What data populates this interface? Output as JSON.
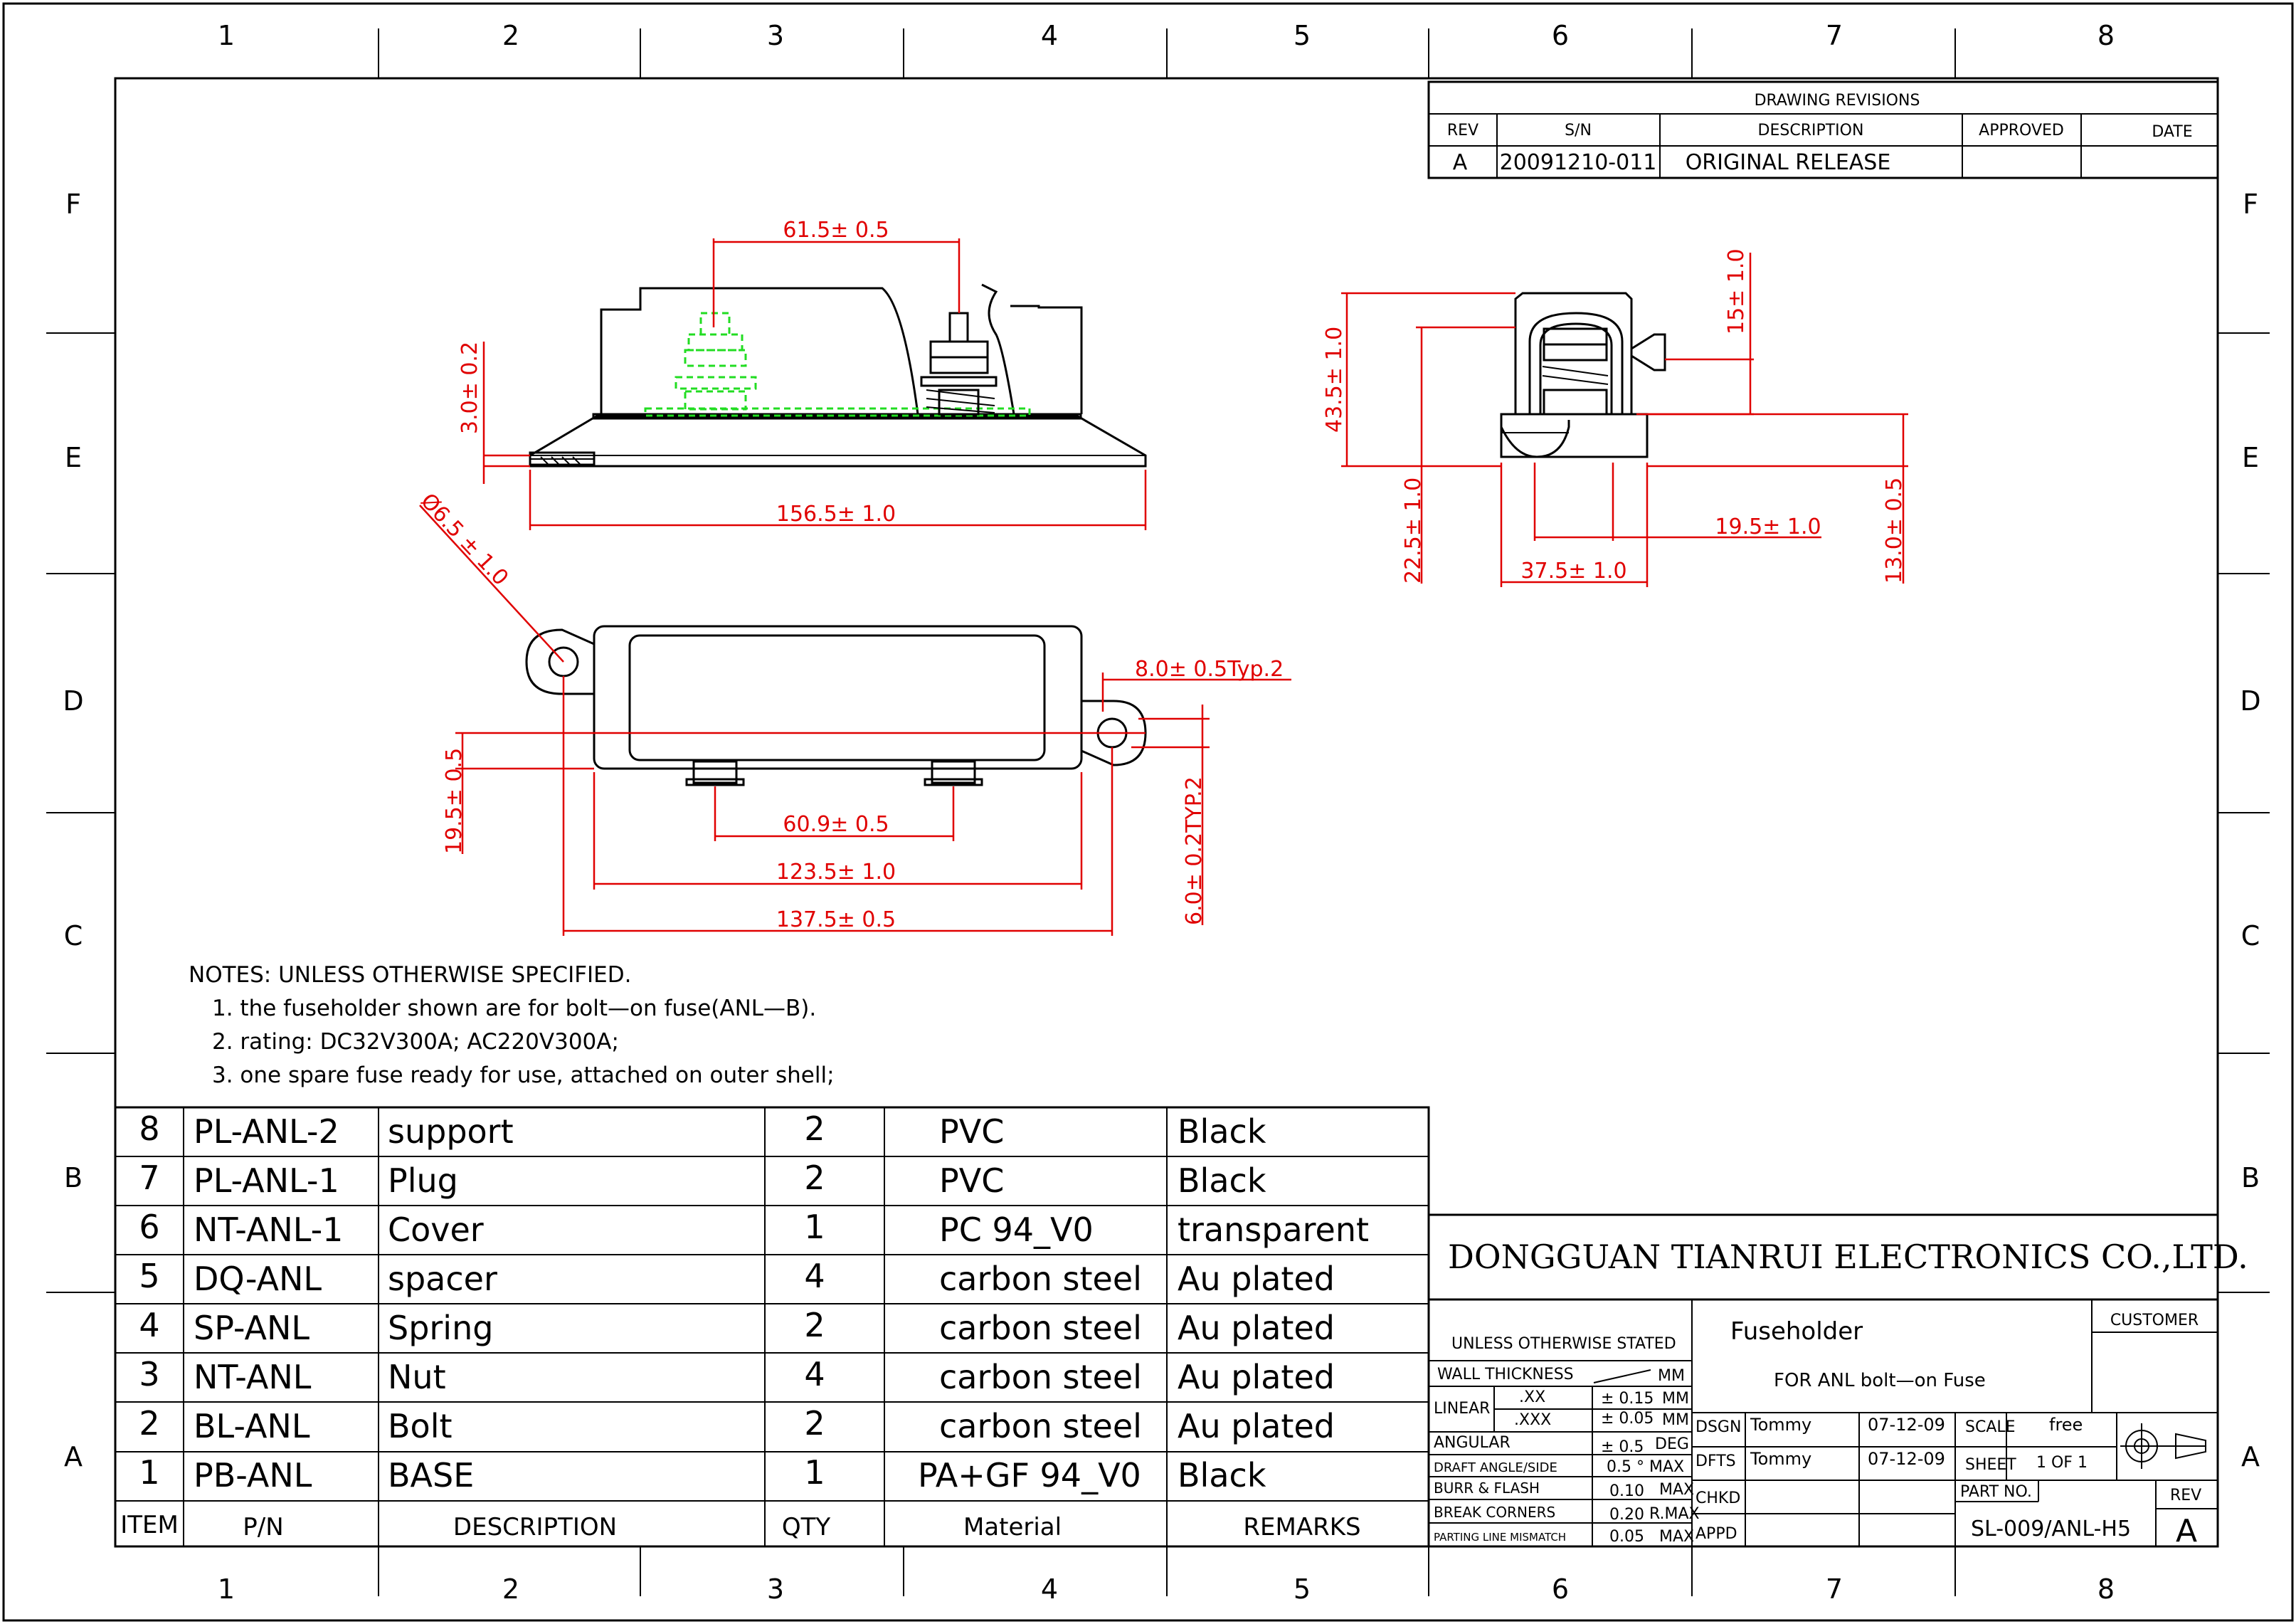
{
  "zones": {
    "cols": [
      "1",
      "2",
      "3",
      "4",
      "5",
      "6",
      "7",
      "8"
    ],
    "rows": [
      "F",
      "E",
      "D",
      "C",
      "B",
      "A"
    ]
  },
  "revisions": {
    "title": "DRAWING REVISIONS",
    "headers": [
      "REV",
      "S/N",
      "DESCRIPTION",
      "APPROVED",
      "DATE"
    ],
    "rows": [
      [
        "A",
        "20091210-011",
        "ORIGINAL RELEASE",
        "",
        ""
      ]
    ]
  },
  "dimensions": {
    "side_top_width": "61.5± 0.5",
    "side_base_height": "3.0± 0.2",
    "side_overall_length": "156.5± 1.0",
    "end_overall_height": "43.5± 1.0",
    "end_bolt_offset": "15± 1.0",
    "end_mid_height": "22.5± 1.0",
    "end_width": "37.5± 1.0",
    "end_bolt_spacing": "19.5± 1.0",
    "end_base_height": "13.0± 0.5",
    "plan_hole_dia": "Ø6.5 ± 1.0",
    "plan_ear_width": "8.0± 0.5Typ.2",
    "plan_width": "19.5± 0.5",
    "plan_bolt_spacing": "60.9± 0.5",
    "plan_body_length": "123.5± 1.0",
    "plan_hole_spacing": "137.5± 0.5",
    "plan_ear_thickness": "6.0± 0.2TYP.2"
  },
  "notes": [
    "NOTES: UNLESS OTHERWISE SPECIFIED.",
    "1. the fuseholder shown are for bolt—on fuse(ANL—B).",
    "2. rating: DC32V300A; AC220V300A;",
    "3. one spare fuse ready for use, attached on outer shell;"
  ],
  "bom": {
    "headers": [
      "ITEM",
      "P/N",
      "DESCRIPTION",
      "QTY",
      "Material",
      "REMARKS"
    ],
    "rows": [
      [
        "8",
        "PL-ANL-2",
        "support",
        "2",
        "PVC",
        "Black"
      ],
      [
        "7",
        "PL-ANL-1",
        "Plug",
        "2",
        "PVC",
        "Black"
      ],
      [
        "6",
        "NT-ANL-1",
        "Cover",
        "1",
        "PC 94_V0",
        "transparent"
      ],
      [
        "5",
        "DQ-ANL",
        "spacer",
        "4",
        "carbon steel",
        "Au plated"
      ],
      [
        "4",
        "SP-ANL",
        "Spring",
        "2",
        "carbon steel",
        "Au plated"
      ],
      [
        "3",
        "NT-ANL",
        "Nut",
        "4",
        "carbon steel",
        "Au plated"
      ],
      [
        "2",
        "BL-ANL",
        "Bolt",
        "2",
        "carbon steel",
        "Au plated"
      ],
      [
        "1",
        "PB-ANL",
        "BASE",
        "1",
        "PA+GF 94_V0",
        "Black"
      ]
    ]
  },
  "title_block": {
    "company": "DONGGUAN TIANRUI ELECTRONICS CO.,LTD.",
    "title": "Fuseholder",
    "subtitle": "FOR ANL bolt—on Fuse",
    "customer_label": "CUSTOMER",
    "unless_stated": "UNLESS OTHERWISE STATED",
    "wall_thickness": "WALL THICKNESS",
    "mm": "MM",
    "linear": "LINEAR",
    "xx": ".XX",
    "xx_tol": "± 0.15",
    "xxx": ".XXX",
    "xxx_tol": "± 0.05",
    "angular": "ANGULAR",
    "angular_tol": "± 0.5",
    "deg": "DEG",
    "draft": "DRAFT ANGLE/SIDE",
    "draft_val": "0.5 ° MAX",
    "burr": "BURR & FLASH",
    "burr_val": "0.10",
    "max": "MAX",
    "break": "BREAK CORNERS",
    "break_val": "0.20",
    "rmax": "R.MAX",
    "parting": "PARTING LINE MISMATCH",
    "parting_val": "0.05",
    "dsgn": "DSGN",
    "dsgn_name": "Tommy",
    "dsgn_date": "07-12-09",
    "dfts": "DFTS",
    "dfts_name": "Tommy",
    "dfts_date": "07-12-09",
    "chkd": "CHKD",
    "appd": "APPD",
    "scale_label": "SCALE",
    "scale_val": "free",
    "sheet_label": "SHEET",
    "sheet_val": "1 OF 1",
    "part_no_label": "PART NO.",
    "part_no": "SL-009/ANL-H5",
    "rev_label": "REV",
    "rev": "A"
  }
}
